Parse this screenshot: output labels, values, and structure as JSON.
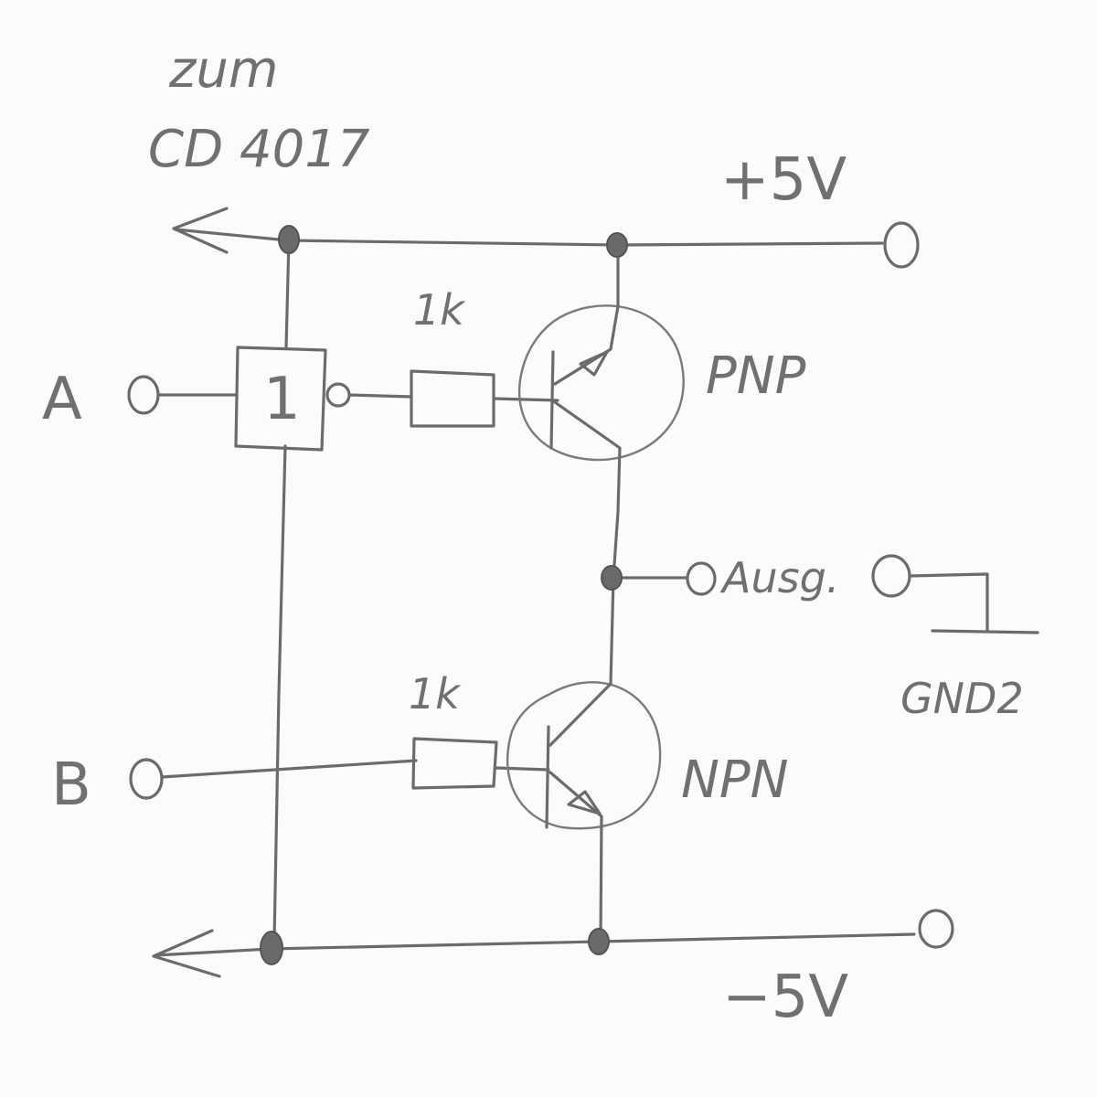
{
  "labels": {
    "cd4017_line1": "zum",
    "cd4017_line2": "CD 4017",
    "plus5v": "+5V",
    "minus5v": "−5V",
    "input_a": "A",
    "input_b": "B",
    "gate": "1",
    "resistor_top": "1k",
    "resistor_bottom": "1k",
    "pnp": "PNP",
    "npn": "NPN",
    "output": "Ausg.",
    "gnd": "GND2"
  }
}
